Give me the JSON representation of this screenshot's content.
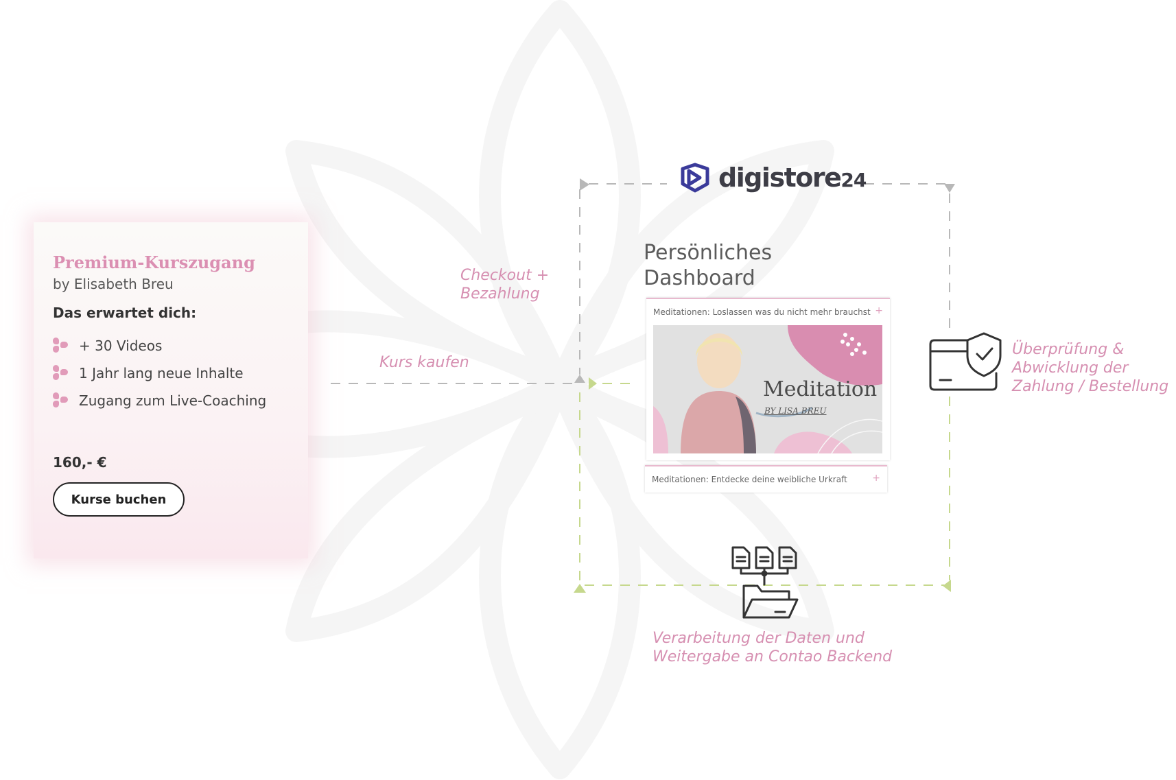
{
  "card": {
    "title": "Premium-Kurszugang",
    "author": "by Elisabeth Breu",
    "heading": "Das erwartet dich:",
    "features": [
      "+ 30 Videos",
      "1 Jahr lang neue Inhalte",
      "Zugang zum Live-Coaching"
    ],
    "price": "160,- €",
    "button_label": "Kurse buchen"
  },
  "labels": {
    "checkout_line1": "Checkout +",
    "checkout_line2": "Bezahlung",
    "buy": "Kurs kaufen",
    "verify_line1": "Überprüfung &",
    "verify_line2": "Abwicklung der",
    "verify_line3": "Zahlung / Bestellung",
    "process_line1": "Verarbeitung der Daten und",
    "process_line2": "Weitergabe an Contao Backend"
  },
  "logo": {
    "name": "digistore",
    "suffix": "24"
  },
  "dashboard": {
    "title_line1": "Persönliches",
    "title_line2": "Dashboard",
    "courses": [
      {
        "title": "Meditationen: Loslassen was du nicht mehr brauchst",
        "image_title": "Meditation",
        "image_subtitle": "BY LISA BREU"
      },
      {
        "title": "Meditationen: Entdecke deine weibliche Urkraft"
      }
    ],
    "expand_symbol": "+"
  },
  "icons": {
    "card_shield": "card-with-shield-check-icon",
    "documents_folder": "documents-to-folder-icon",
    "feature_bullet": "flower-petals-icon",
    "logo_mark": "digistore-logo-icon"
  },
  "colors": {
    "accent_pink": "#d68fb1",
    "dash_gray": "#b8b8b8",
    "dash_green": "#c6d88d",
    "logo_blue": "#3a3a9a"
  }
}
